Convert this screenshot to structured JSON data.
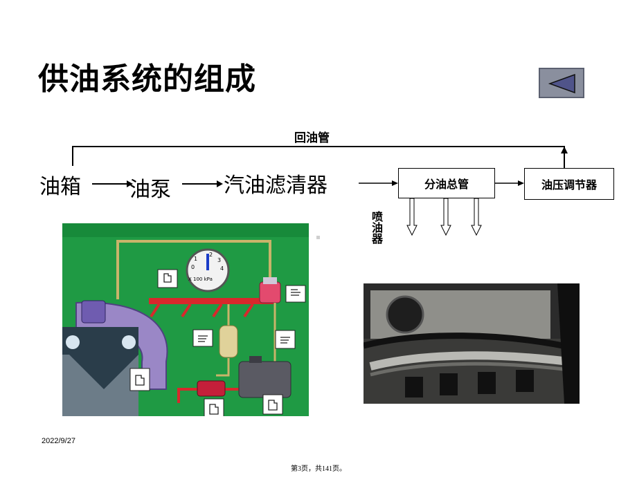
{
  "title": "供油系统的组成",
  "flow": {
    "tank": "油箱",
    "pump": "油泵",
    "filter": "汽油滤清器",
    "rail": "分油总管",
    "regulator": "油压调节器",
    "return_line": "回油管",
    "injectors": "喷油器"
  },
  "gauge": {
    "unit": "X 100 kPa",
    "ticks": [
      "0",
      "1",
      "2",
      "3",
      "4"
    ]
  },
  "footer": {
    "date": "2022/9/27",
    "page": "第3页，共141页。"
  },
  "colors": {
    "diagram_bg": "#1f9a44",
    "fuel_line_red": "#d8282c",
    "return_line_tan": "#c9b46a",
    "back_button": "#8a8f9e"
  },
  "icons": [
    "back-arrow-icon",
    "hand-pointer-icon"
  ]
}
